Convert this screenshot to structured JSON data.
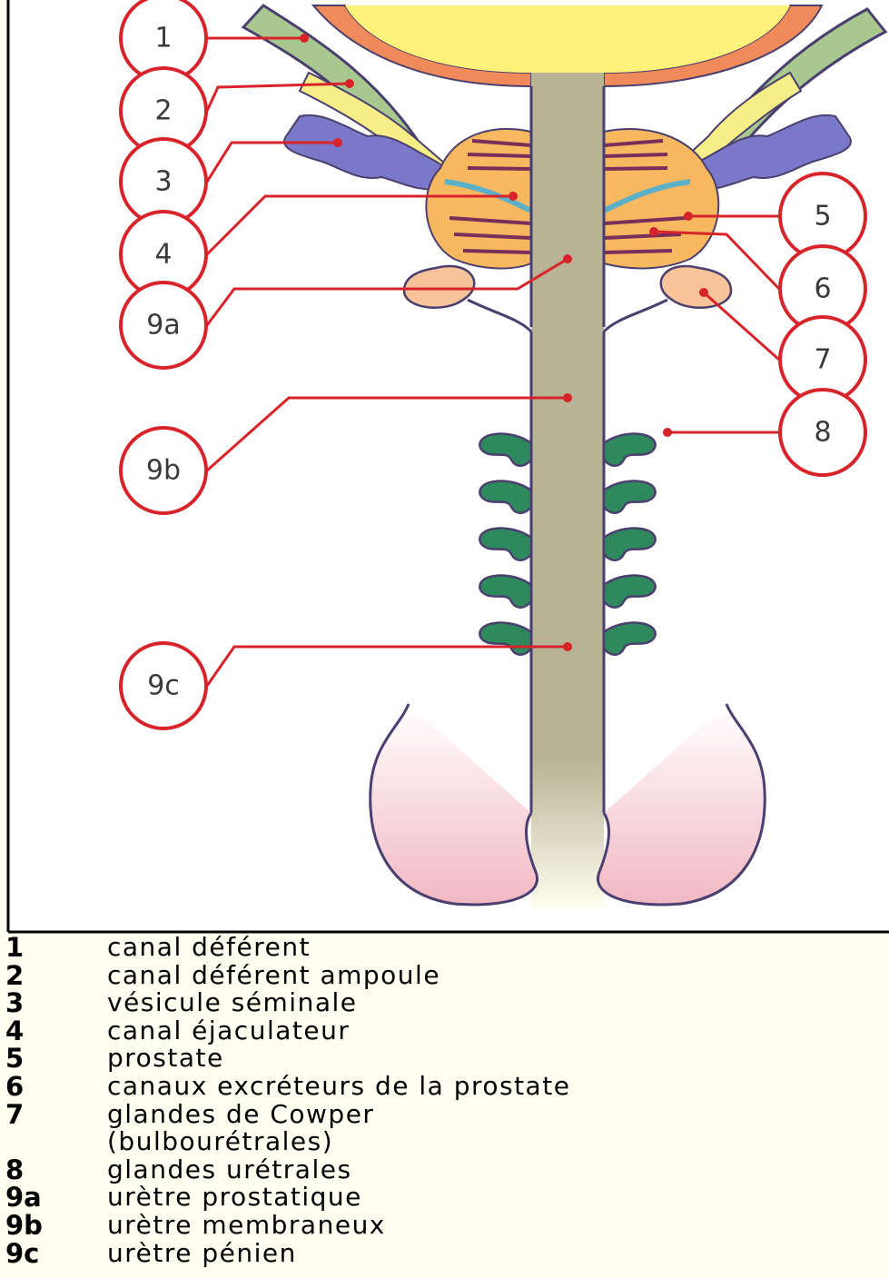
{
  "callouts": [
    {
      "id": "1"
    },
    {
      "id": "2"
    },
    {
      "id": "3"
    },
    {
      "id": "4"
    },
    {
      "id": "5"
    },
    {
      "id": "6"
    },
    {
      "id": "7"
    },
    {
      "id": "8"
    },
    {
      "id": "9a"
    },
    {
      "id": "9b"
    },
    {
      "id": "9c"
    }
  ],
  "legend": [
    {
      "key": "1",
      "text": "canal déférent"
    },
    {
      "key": "2",
      "text": "canal déférent ampoule"
    },
    {
      "key": "3",
      "text": "vésicule séminale"
    },
    {
      "key": "4",
      "text": "canal éjaculateur"
    },
    {
      "key": "5",
      "text": "prostate"
    },
    {
      "key": "6",
      "text": "canaux excréteurs de la prostate"
    },
    {
      "key": "7",
      "text": "glandes de Cowper\n(bulbourétrales)"
    },
    {
      "key": "8",
      "text": "glandes urétrales"
    },
    {
      "key": "9a",
      "text": "urètre prostatique"
    },
    {
      "key": "9b",
      "text": "urètre membraneux"
    },
    {
      "key": "9c",
      "text": "urètre pénien"
    }
  ],
  "colors": {
    "callout_ring": "#d8232a",
    "bladder": "#fff27a",
    "prostate": "#f7b860",
    "seminal_vesicle": "#7a78c8",
    "vas_deferens": "#a8c890",
    "ampulla": "#f8ee88",
    "cowper_gland": "#f6c39a",
    "urethral_gland": "#2e8a5c",
    "urethra": "#b8b394",
    "glans": "#f6c8d0",
    "outline": "#4a3f6e"
  }
}
